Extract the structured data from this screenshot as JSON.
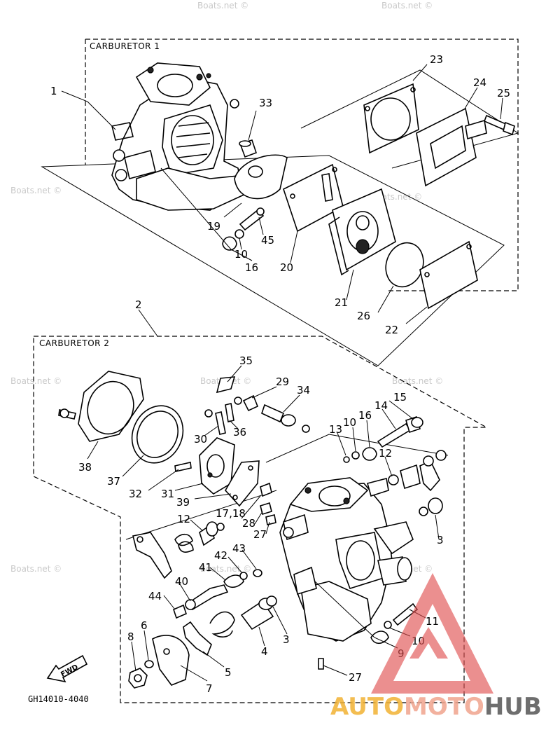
{
  "diagram": {
    "assemblies": [
      {
        "title": "CARBURETOR 1"
      },
      {
        "title": "CARBURETOR 2"
      }
    ],
    "callouts": {
      "c1": "1",
      "c2": "2",
      "c3a": "3",
      "c3b": "3",
      "c4": "4",
      "c5": "5",
      "c6": "6",
      "c7": "7",
      "c8": "8",
      "c9": "9",
      "c10a": "10",
      "c10b": "10",
      "c10c": "10",
      "c11": "11",
      "c12a": "12",
      "c12b": "12",
      "c13": "13",
      "c14": "14",
      "c15": "15",
      "c16a": "16",
      "c16b": "16",
      "c1718": "17,18",
      "c19": "19",
      "c20": "20",
      "c21": "21",
      "c22": "22",
      "c23": "23",
      "c24": "24",
      "c25": "25",
      "c26": "26",
      "c27a": "27",
      "c27b": "27",
      "c28": "28",
      "c29": "29",
      "c30": "30",
      "c31": "31",
      "c32": "32",
      "c33": "33",
      "c34": "34",
      "c35": "35",
      "c36": "36",
      "c37": "37",
      "c38": "38",
      "c39": "39",
      "c40": "40",
      "c41": "41",
      "c42": "42",
      "c43": "43",
      "c44": "44",
      "c45": "45"
    },
    "fwd_label": "FWD",
    "drawing_code": "GH14010-4040"
  },
  "watermarks": {
    "site": "Boats.net",
    "copyright": "©"
  },
  "brand": {
    "part1": "AUTO",
    "part2": "MOTO",
    "part3": "HUB",
    "colors": {
      "auto": "#f2b233",
      "moto": "#f0a48e",
      "hub": "#555555",
      "logo": "#e05050"
    }
  }
}
